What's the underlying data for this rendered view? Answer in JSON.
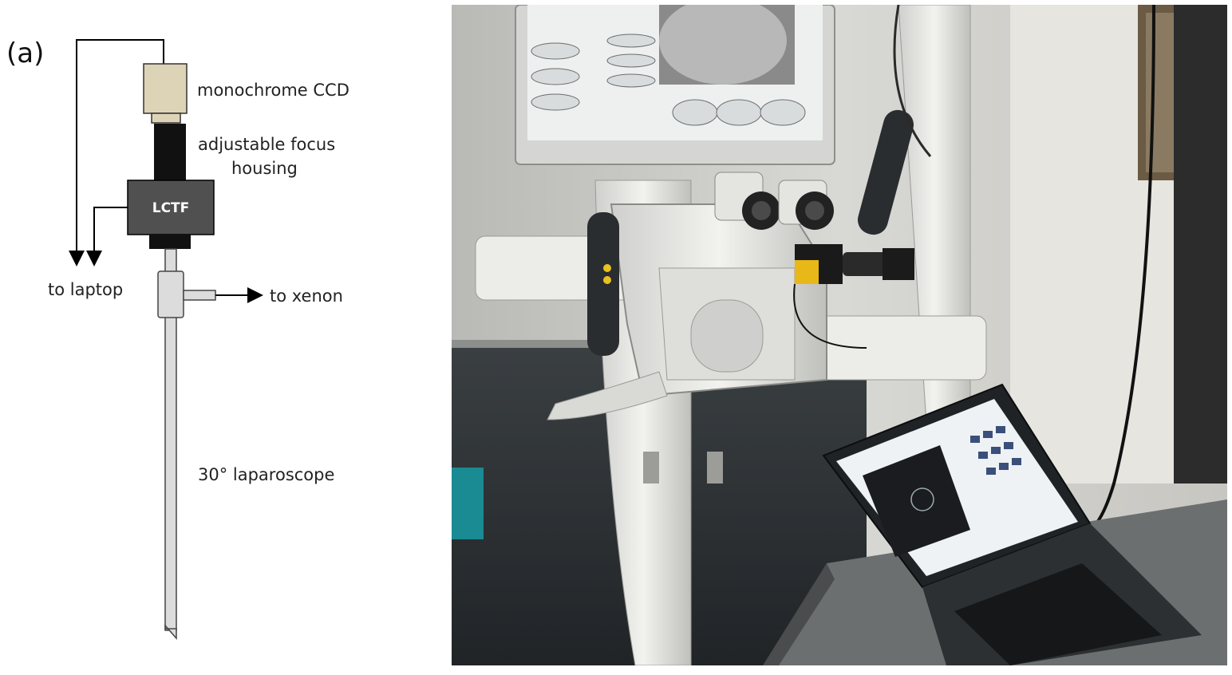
{
  "figure": {
    "panel_label": "(a)",
    "labels": {
      "camera": "monochrome CCD",
      "focus_line1": "adjustable focus",
      "focus_line2": "housing",
      "filter": "LCTF",
      "laptop": "to laptop",
      "xenon": "to xenon",
      "scope": "30° laparoscope"
    },
    "colors": {
      "camera_fill": "#ddd4b8",
      "housing_fill": "#111111",
      "lctf_fill": "#505050",
      "scope_fill": "#dcdcdc",
      "line": "#000000"
    }
  },
  "photo": {
    "description_icons": [
      "surgical-microscope",
      "monitor",
      "laptop",
      "camera"
    ]
  }
}
